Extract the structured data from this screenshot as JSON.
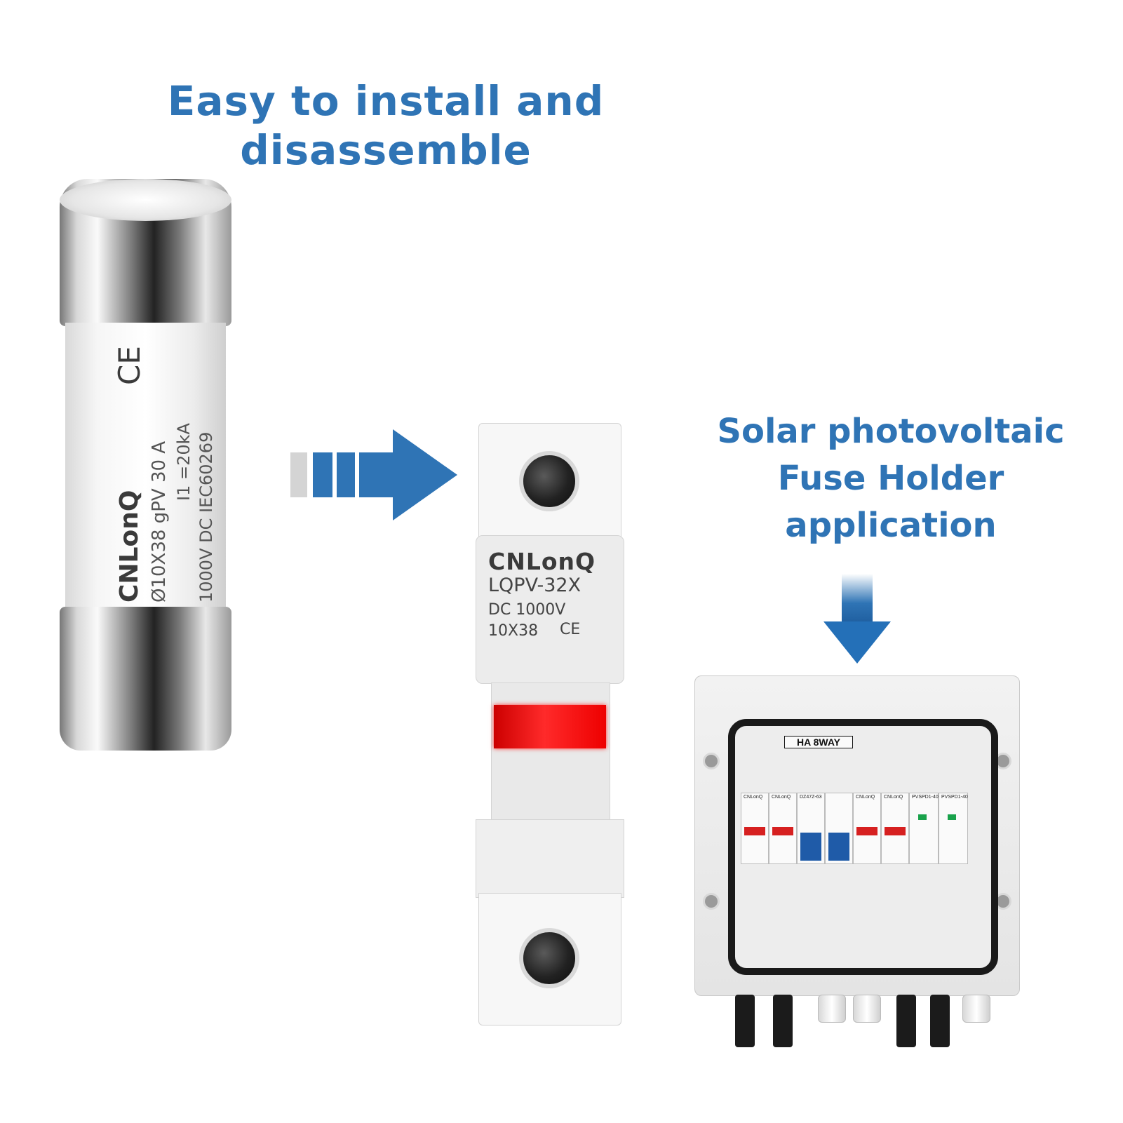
{
  "headings": {
    "left": "Easy to install and disassemble",
    "right_line1": "Solar photovoltaic",
    "right_line2": "Fuse Holder",
    "right_line3": "application"
  },
  "fuse": {
    "brand": "CNLonQ",
    "ce": "CE",
    "line1": "Ø10X38 gPV 30 A",
    "line2": "I1 =20kA",
    "line3": "1000V DC IEC60269"
  },
  "holder": {
    "brand": "CNLonQ",
    "model": "LQPV-32X",
    "voltage": "DC 1000V",
    "size": "10X38",
    "ce": "CE"
  },
  "combiner_box": {
    "tag": "HA 8WAY",
    "modules": [
      {
        "label": "CNLonQ",
        "kind": "fuse"
      },
      {
        "label": "CNLonQ",
        "kind": "fuse"
      },
      {
        "label": "DZ47Z-63",
        "kind": "breaker"
      },
      {
        "label": "",
        "kind": "breaker"
      },
      {
        "label": "CNLonQ",
        "kind": "fuse"
      },
      {
        "label": "CNLonQ",
        "kind": "fuse"
      },
      {
        "label": "PVSPD1-40",
        "kind": "spd"
      },
      {
        "label": "PVSPD1-40",
        "kind": "spd"
      }
    ]
  },
  "colors": {
    "heading_blue": "#2f74b5",
    "arrow_blue": "#2f74b5",
    "indicator_red": "#e01818"
  },
  "icons": [
    "right-arrow-icon",
    "down-arrow-icon"
  ]
}
